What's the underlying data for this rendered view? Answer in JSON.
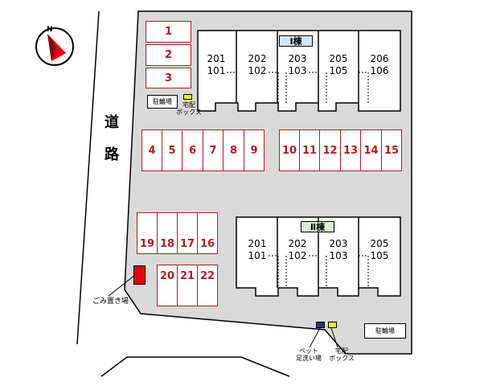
{
  "road": {
    "chars": [
      "道",
      "路"
    ]
  },
  "compass": {
    "letter": "N"
  },
  "building_1": {
    "tag": "Ⅰ棟",
    "units": [
      {
        "upper": "201",
        "lower": "101"
      },
      {
        "upper": "202",
        "lower": "102"
      },
      {
        "upper": "203",
        "lower": "103"
      },
      {
        "upper": "205",
        "lower": "105"
      },
      {
        "upper": "206",
        "lower": "106"
      }
    ]
  },
  "building_2": {
    "tag": "Ⅱ棟",
    "units": [
      {
        "upper": "201",
        "lower": "101"
      },
      {
        "upper": "202",
        "lower": "102"
      },
      {
        "upper": "203",
        "lower": "103"
      },
      {
        "upper": "205",
        "lower": "105"
      }
    ]
  },
  "parking": {
    "left_column": [
      "1",
      "2",
      "3"
    ],
    "row_a": [
      "4",
      "5",
      "6",
      "7",
      "8",
      "9"
    ],
    "row_b": [
      "10",
      "11",
      "12",
      "13",
      "14",
      "15"
    ],
    "row_c": [
      "19",
      "18",
      "17",
      "16"
    ],
    "row_d": [
      "20",
      "21",
      "22"
    ]
  },
  "facilities": {
    "bike_parking_1": "駐輪場",
    "bike_parking_2": "駐輪場",
    "delivery_box_1": [
      "宅配",
      "ボックス"
    ],
    "delivery_box_2": [
      "宅配",
      "ボックス"
    ],
    "pet_wash": [
      "ペット",
      "足洗い場"
    ],
    "garbage": "ごみ置き場"
  },
  "colors": {
    "parking_red": "#b01e23",
    "garbage_red": "#e60012",
    "delivery_yellow": "#fff200",
    "pet_navy": "#1f3b73",
    "lot_gray": "#d9d9d9",
    "building_tag_blue": "#d6e4f0",
    "building_tag_green": "#dcefd5"
  }
}
